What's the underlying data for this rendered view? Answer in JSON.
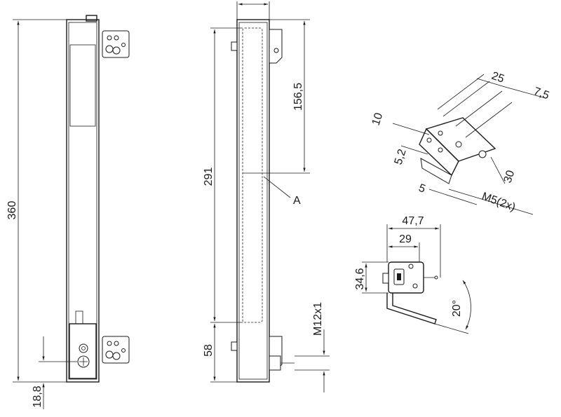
{
  "dimensions": {
    "total_length": "360",
    "lower_offset": "18,8",
    "upper_section": "156,5",
    "active_length": "291",
    "lower_section": "58",
    "connector": "M12x1",
    "detail_a_width": "25",
    "detail_a_offset": "7,5",
    "detail_a_height_top": "10",
    "detail_a_hole_offset": "5,2",
    "detail_a_depth": "30",
    "detail_a_hole_spacing": "5",
    "detail_a_screws": "M5(2x)",
    "bracket_width": "47,7",
    "bracket_inner": "29",
    "bracket_height": "34,6",
    "bracket_angle": "20°"
  },
  "labels": {
    "detail_marker": "A"
  },
  "colors": {
    "line": "#1a1a1a",
    "background": "#ffffff"
  }
}
